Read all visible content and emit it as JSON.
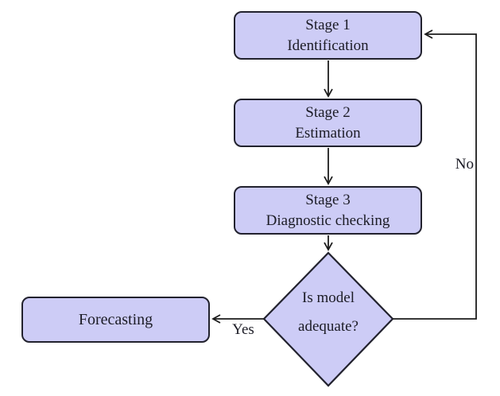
{
  "colors": {
    "node_fill": "#cdccf6",
    "node_border": "#22222e",
    "text_color": "#1c1c26",
    "line_color": "#1c1c1c",
    "background": "#ffffff"
  },
  "diagram_type": "flowchart",
  "nodes": {
    "stage1": {
      "line1": "Stage 1",
      "line2": "Identification"
    },
    "stage2": {
      "line1": "Stage 2",
      "line2": "Estimation"
    },
    "stage3": {
      "line1": "Stage 3",
      "line2": "Diagnostic checking"
    },
    "decision": {
      "line1": "Is model",
      "line2": "adequate?"
    },
    "forecasting": {
      "label": "Forecasting"
    }
  },
  "labels": {
    "yes": "Yes",
    "no": "No"
  }
}
